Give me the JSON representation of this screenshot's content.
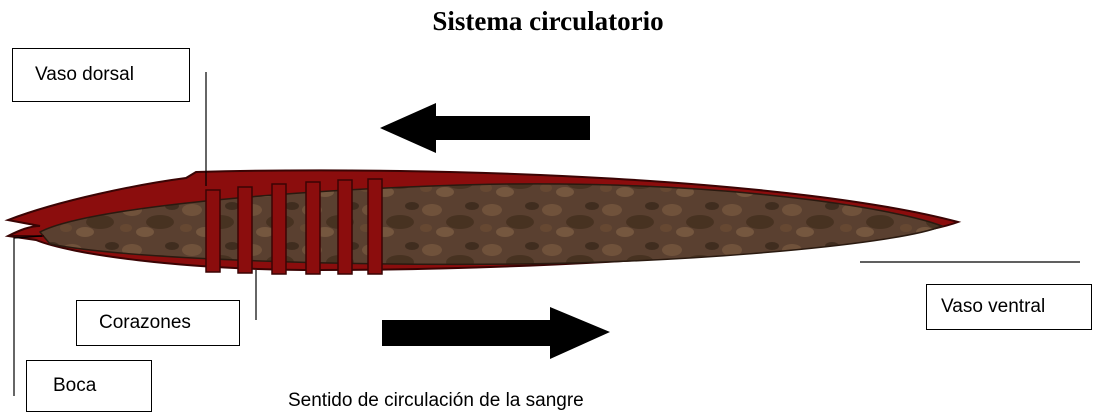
{
  "title": "Sistema circulatorio",
  "labels": {
    "vaso_dorsal": "Vaso dorsal",
    "corazones": "Corazones",
    "boca": "Boca",
    "vaso_ventral": "Vaso ventral"
  },
  "caption": "Sentido de circulación de la sangre",
  "colors": {
    "body_wall": "#8b0d0d",
    "body_interior": "#5a4030",
    "arrow": "#000000"
  }
}
